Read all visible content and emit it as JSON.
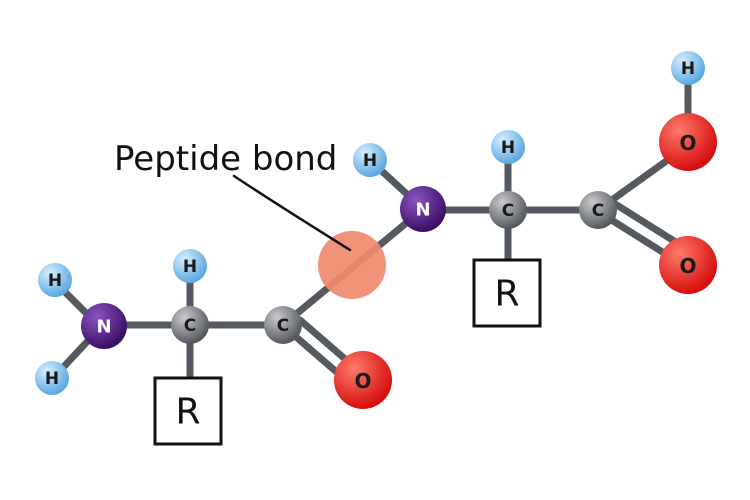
{
  "annotation": {
    "text": "Peptide bond"
  },
  "colors": {
    "bond": "#555a60",
    "hydrogen": "#6fb8ea",
    "nitrogen": "#4a1c78",
    "carbon": "#7a7d82",
    "oxygen": "#e51b1b",
    "peptide_highlight": "#f08a6e"
  },
  "atoms": {
    "h1": "H",
    "h2": "H",
    "n1": "N",
    "h3": "H",
    "c1": "C",
    "r1": "R",
    "c2": "C",
    "o1": "O",
    "h4": "H",
    "n2": "N",
    "c3": "C",
    "h5": "H",
    "r2": "R",
    "c4": "C",
    "o2": "O",
    "o3": "O",
    "h6": "H"
  }
}
